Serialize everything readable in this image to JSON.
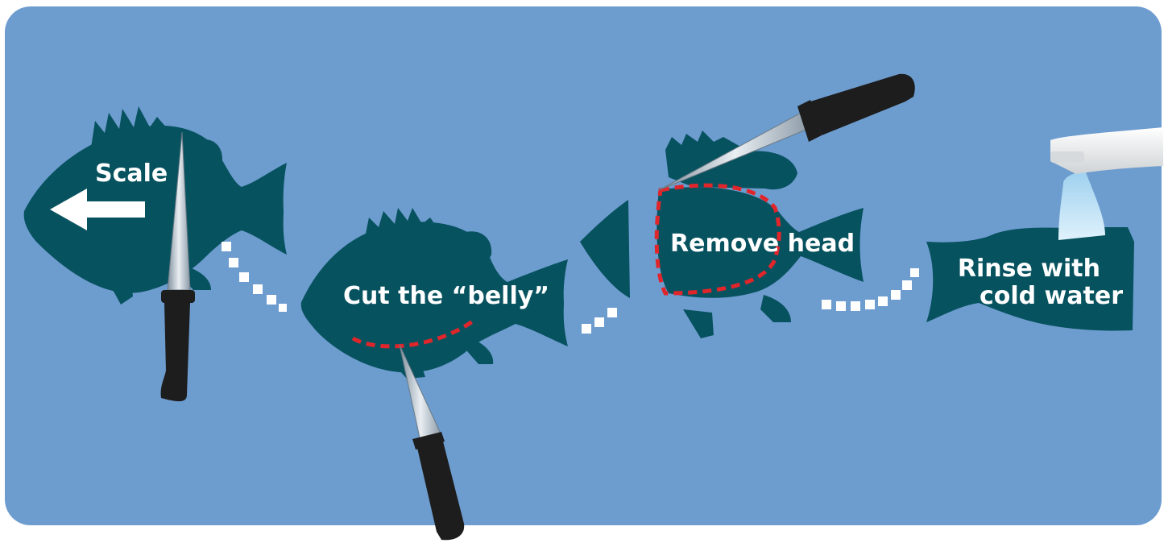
{
  "colors": {
    "background_panel": "#6d9ccf",
    "fish_body": "#07525f",
    "cut_line": "#e0262b",
    "connector_dots": "#ffffff",
    "label_text": "#ffffff",
    "knife_blade": "#b3bfca",
    "knife_handle": "#1d1d1d",
    "faucet": "#e9eaea",
    "water": "#c6e6f8"
  },
  "steps": [
    {
      "label_lines": [
        "Scale"
      ],
      "icon": "knife-icon",
      "has_arrow": true
    },
    {
      "label_lines": [
        "Cut the “belly”"
      ],
      "icon": "knife-icon"
    },
    {
      "label_lines": [
        "Remove head"
      ],
      "icon": "knife-icon"
    },
    {
      "label_lines": [
        "Rinse with",
        "cold water"
      ],
      "icon": "faucet-icon"
    }
  ]
}
